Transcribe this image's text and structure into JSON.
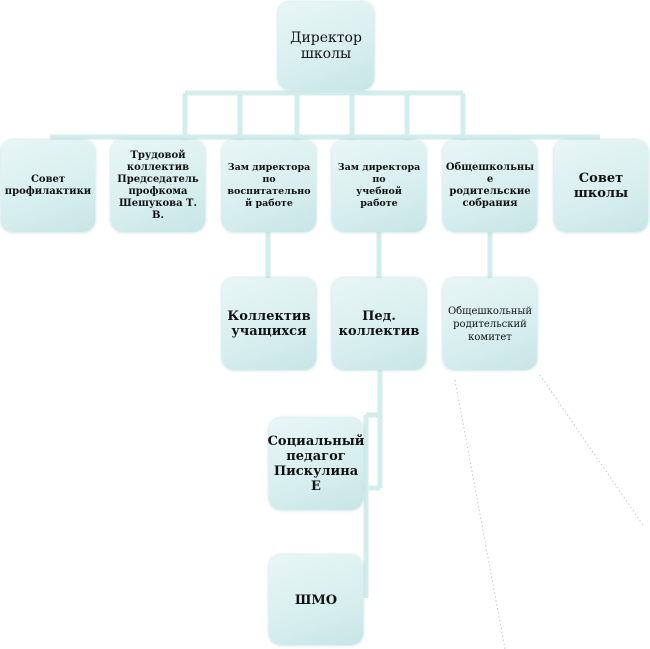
{
  "diagram": {
    "director": "Директор\nшколы",
    "tier1": [
      "Совет\nпрофилактики",
      "Трудовой\nколлектив\nПредседатель\nпрофкома\nШешукова Т.\nВ.",
      "Зам директора\nпо\nвоспитательно\nй работе",
      "Зам директора\nпо\nучебной\nработе",
      "Общешкольны\nе родительские\nсобрания",
      "Совет\nшколы"
    ],
    "students": "Коллектив\nучащихся",
    "teachers": "Пед.\nколлектив",
    "parent_committee": "Общешкольный\nродительский\nкомитет",
    "social_teacher": "Социальный\nпедагог\nПискулина Е",
    "shmo": "ШМО"
  }
}
